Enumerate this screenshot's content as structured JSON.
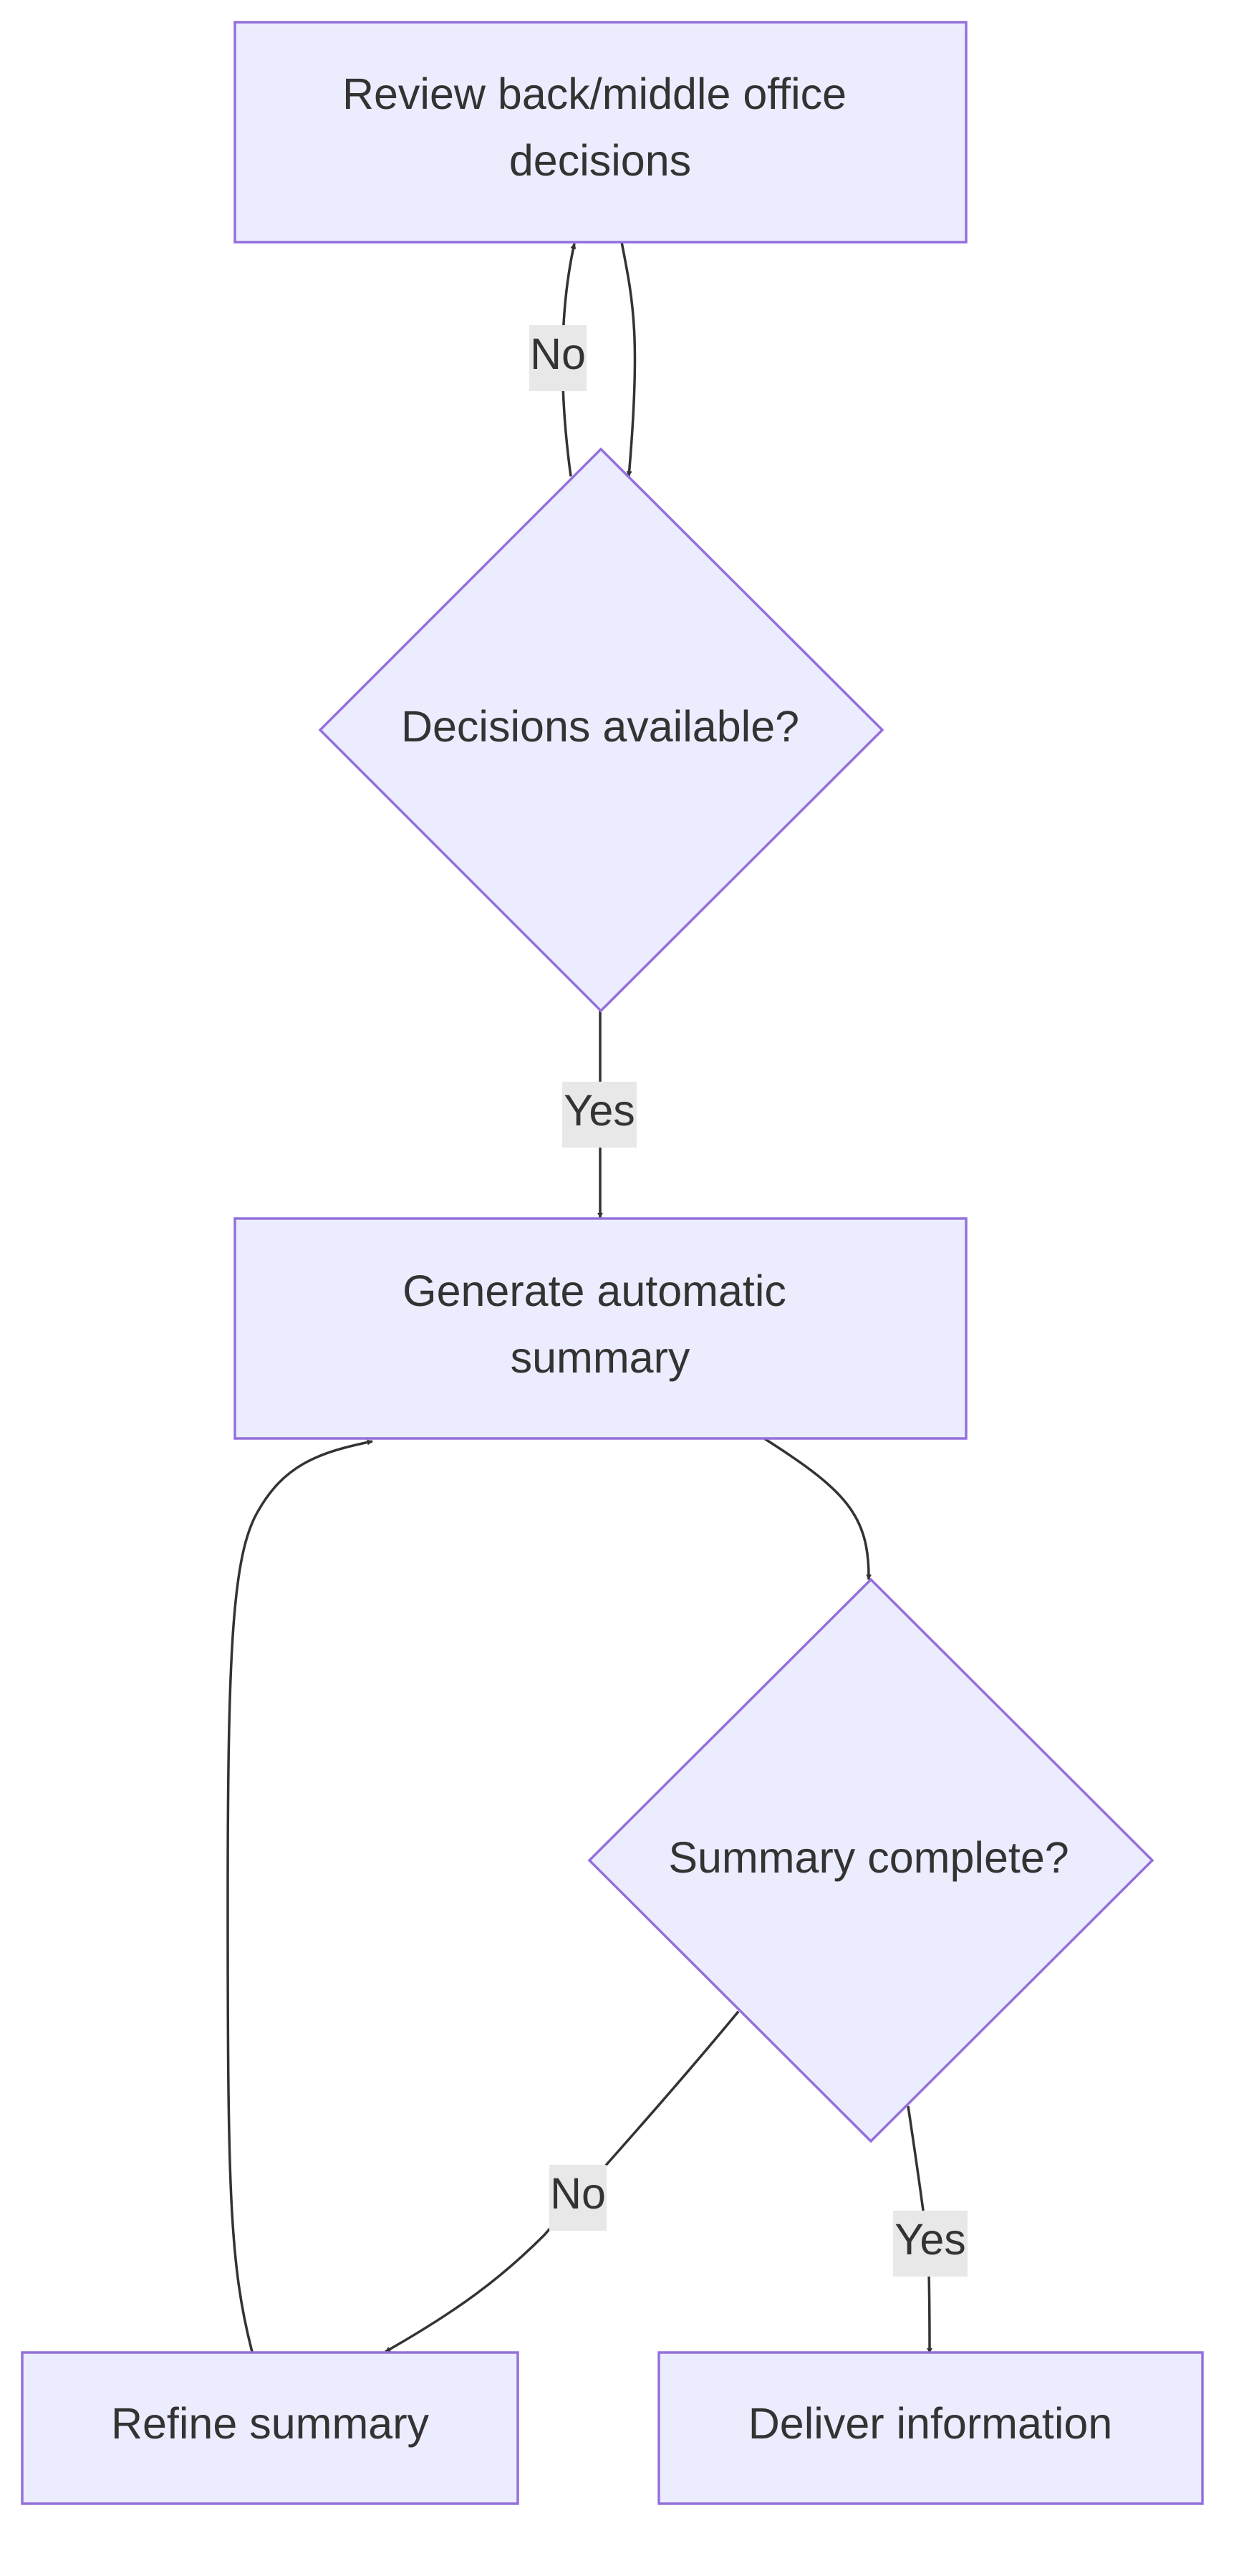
{
  "diagram": {
    "type": "flowchart",
    "colors": {
      "node_fill": "#ECECFF",
      "node_stroke": "#9370DB",
      "text": "#333333",
      "edge": "#333333",
      "edge_label_background": "#E8E8E8"
    },
    "nodes": {
      "review": {
        "shape": "rectangle",
        "lines": [
          "Review back/middle office",
          "decisions"
        ]
      },
      "decisions_available": {
        "shape": "diamond",
        "lines": [
          "Decisions available?"
        ]
      },
      "generate": {
        "shape": "rectangle",
        "lines": [
          "Generate automatic",
          "summary"
        ]
      },
      "summary_complete": {
        "shape": "diamond",
        "lines": [
          "Summary complete?"
        ]
      },
      "refine": {
        "shape": "rectangle",
        "lines": [
          "Refine summary"
        ]
      },
      "deliver": {
        "shape": "rectangle",
        "lines": [
          "Deliver information"
        ]
      }
    },
    "edges": [
      {
        "from": "review",
        "to": "decisions_available",
        "label": ""
      },
      {
        "from": "decisions_available",
        "to": "review",
        "label": "No"
      },
      {
        "from": "decisions_available",
        "to": "generate",
        "label": "Yes"
      },
      {
        "from": "generate",
        "to": "summary_complete",
        "label": ""
      },
      {
        "from": "summary_complete",
        "to": "refine",
        "label": "No"
      },
      {
        "from": "summary_complete",
        "to": "deliver",
        "label": "Yes"
      },
      {
        "from": "refine",
        "to": "generate",
        "label": ""
      }
    ]
  }
}
